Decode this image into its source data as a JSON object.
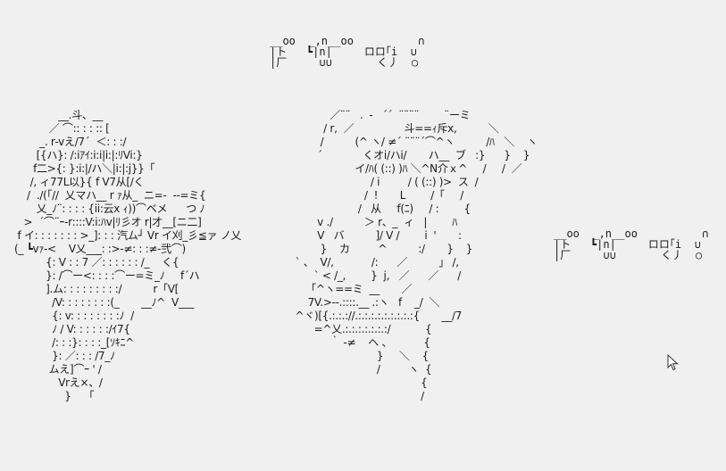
{
  "canvas": {
    "background": "#f0f0f0",
    "text_color": "#1a1a1a"
  },
  "sound_effect_top": "__oo  _,n__oo          ∩\n|ト   ┗|n|     ロロ｢i  ∪\n|厂     ∪∪       く丿  ○",
  "sound_effect_right": "__oo  _,n__oo          ∩\n|ト   ┗|n|     ロロ｢i  ∪\n|厂     ∪∪       く丿  ○",
  "ascii_art_left": "              __.斗、__\n           ／ ⌒:: : : :: [\n        _. r‐vえ/7´  ＜: : :/\n       [{ハ}: /:iｱｲ:i:i|i:|:ﾘVi:}\n      f二>{: }:i:|/ハ＼|i:|:j}}「\n     /, ィ77L以}{ f V7从[/く\n    /  ./(「//  乂マハ__ r ｧ从_  ニ=-  -‐=ミ{\n       乂_ﾉ¨: : : : {ii:云x ｨ))⌒ベメ      つ ﾉ\n   >  ´⌒¨ｰ-r::::V:i:ﾊv|ﾘ彡オ r|才__[ニ二]\n f イ: : : : : : : >_]: : : 汽ム┘ Vr イ刈_彡≦ァ ノ乂\n(_ ┗vｧ‐<    V乂___: :>‐≠: : :≠‐弐⌒)\n          {: V : : 7 ／: : : : : : /_    く{\n          }: /⌒ー<: : : :⌒ー=ミ_ﾉ     f´ハ\n          ].ム: : : : : : : : :/          r「V[\n            /V: : : : : : : :(_       __ﾉ^  V___\n            {: v: : : : : : : :ﾉ  /\n            ﾉ / V: : : : : :/ｲ7{\n            /: : :}: : : :_[ｿｷﾆ^\n            }: ／: : : /7_ﾉ\n           ムえ]⌒ｰ ' /\n              Vrえ×、/\n                }    「",
  "ascii_art_center": "              ／¨¨   .  -   ´´  ¨¨¨¨        ¨ーミ\n            / r,  ／                斗==ｨ斥x,          ＼\n           /          (^ ヽ/ ≠´ ¨¨¨´⌒^ヽ          /ﾊ   ＼    ヽ\n          ´             くオi/ハi/       ハ__  ブ   :}      }    }\n                      イ/ﾊ( (::) )ﾊ ＼^N介ｘ^     /     /  ／\n                           / i         / ( (::) )>  ス  /\n                         /  !       L        /「     /\n                       /   从     f(ﾆ)     / :        {\n          v ./          ＞ r、_  ィ   |        ﾊ\n          V   バ          ]/ V /        i  '       :\n           }    カ         ^          :/       }    }\n   ` 、  V/,            /:      ／          」 /,\n         ` < /_,        }  j,   ／      ／      /\n        ｢^ヽ==ミ  __       ／\n       7V.>‐-.::::.__ .:ヽ   f    _/  ＼\n   ^ヾ)[{.:.:.://.:.:.:.:.:.:.:.:.:{       __/7\n         =^乂.:.:.:.:.:.:.:/           {\n              ｀ ‐≠    ヘ 、          {\n                             }     ＼    {\n                             /         ヽ  {\n                                           {\n                                           /"
}
